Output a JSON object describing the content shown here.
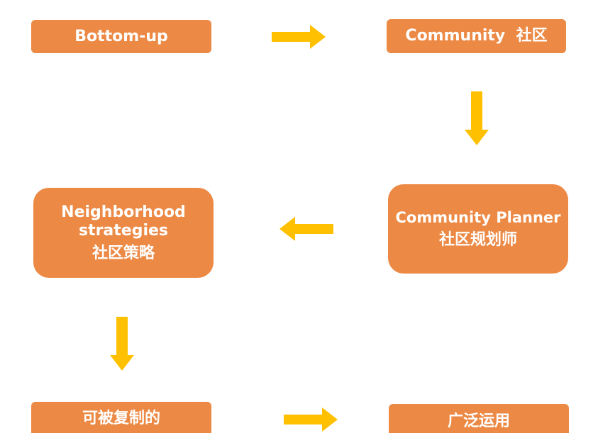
{
  "nodes": {
    "bottom_up": {
      "label": "Bottom-up"
    },
    "community": {
      "label": "Community  社区"
    },
    "community_planner": {
      "label_en": "Community Planner",
      "label_zh": "社区规划师"
    },
    "neighborhood_strategies": {
      "label_en_line1": "Neighborhood",
      "label_en_line2": "strategies",
      "label_zh": "社区策略"
    },
    "replicable": {
      "label": "可被复制的"
    },
    "widely_used": {
      "label": "广泛运用"
    }
  },
  "colors": {
    "node_fill": "#ec8944",
    "node_text": "#ffffff",
    "arrow": "#ffc000",
    "background": "#ffffff"
  }
}
